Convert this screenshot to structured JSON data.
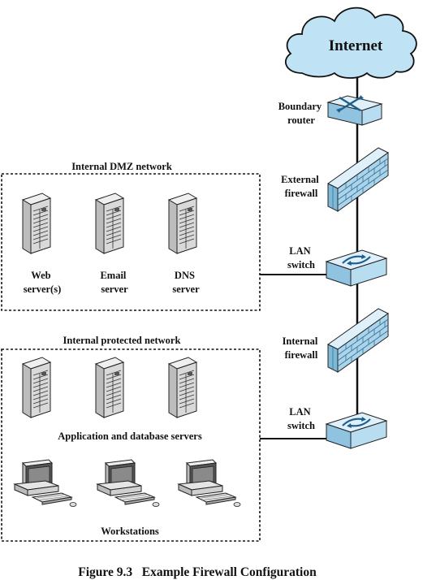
{
  "diagram": {
    "cloud_label": "Internet",
    "boundary_router": [
      "Boundary",
      "router"
    ],
    "external_firewall": [
      "External",
      "firewall"
    ],
    "lan_switch_1": [
      "LAN",
      "switch"
    ],
    "internal_firewall": [
      "Internal",
      "firewall"
    ],
    "lan_switch_2": [
      "LAN",
      "switch"
    ],
    "dmz": {
      "title": "Internal DMZ network",
      "servers": [
        [
          "Web",
          "server(s)"
        ],
        [
          "Email",
          "server"
        ],
        [
          "DNS",
          "server"
        ]
      ]
    },
    "protected": {
      "title": "Internal protected network",
      "servers_label": "Application and database servers",
      "workstations_label": "Workstations"
    },
    "caption": "Figure 9.3   Example Firewall Configuration"
  },
  "colors": {
    "device_blue": "#c8e6f5",
    "device_blue_dark": "#7fb9d8",
    "cloud": "#bfe3f5",
    "server": "#d9d9d9",
    "line": "#111111"
  }
}
